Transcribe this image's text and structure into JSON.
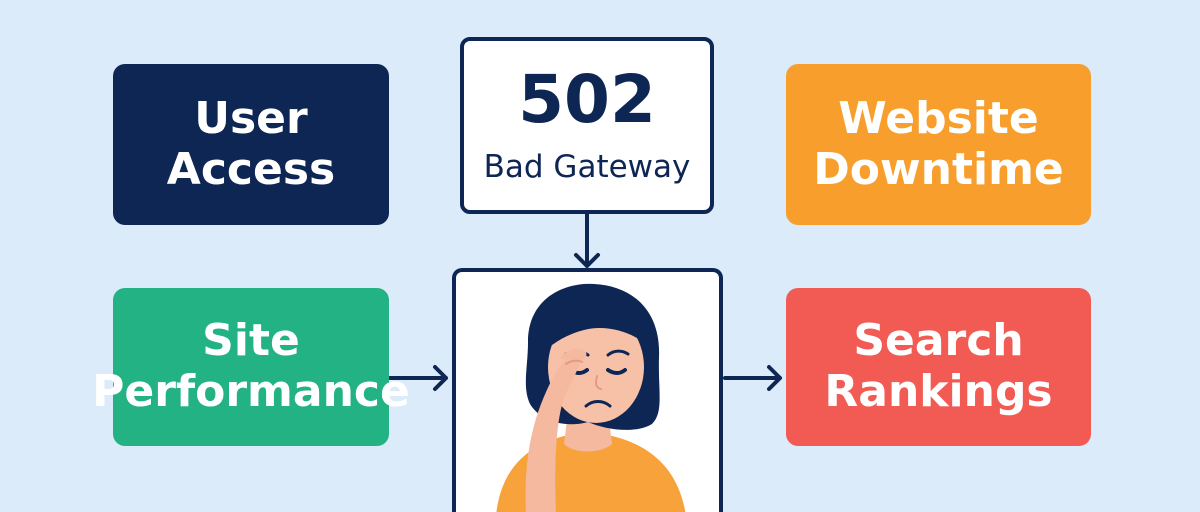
{
  "boxes": {
    "user_access": [
      "User",
      "Access"
    ],
    "website_downtime": [
      "Website",
      "Downtime"
    ],
    "site_performance": [
      "Site",
      "Performance"
    ],
    "search_rankings": [
      "Search",
      "Rankings"
    ]
  },
  "error": {
    "code": "502",
    "text": "Bad Gateway"
  },
  "colors": {
    "background": "#dcebf9",
    "navy": "#0e2654",
    "orange": "#f79e2c",
    "green": "#23b284",
    "red": "#f25b54"
  },
  "icons": {
    "person": "frustrated-person-illustration",
    "arrow": "arrow-icon"
  }
}
